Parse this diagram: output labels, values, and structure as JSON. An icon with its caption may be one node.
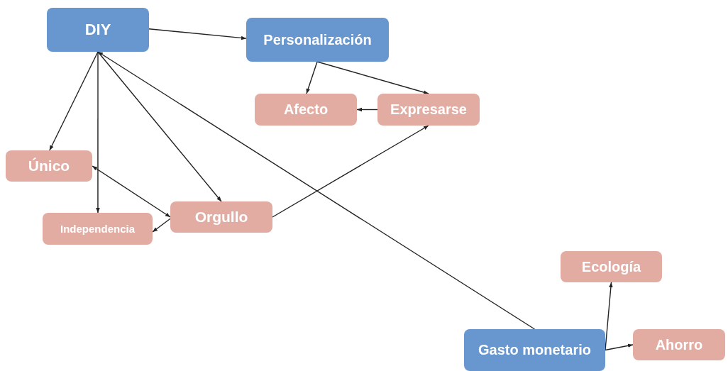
{
  "diagram": {
    "nodes": [
      {
        "text": [
          "DIY"
        ]
      },
      {
        "text": [
          "Personalización"
        ]
      },
      {
        "text": [
          "Afecto"
        ]
      },
      {
        "text": [
          "Expresarse"
        ]
      },
      {
        "text": [
          "Único"
        ]
      },
      {
        "text": [
          "Independencia"
        ]
      },
      {
        "text": [
          "Orgullo"
        ]
      },
      {
        "text": [
          "Ecología"
        ]
      },
      {
        "text": [
          "Gasto monetario"
        ]
      },
      {
        "text": [
          "Ahorro"
        ]
      }
    ],
    "edges": [
      {
        "from": 0,
        "to": 1,
        "arrow": "to"
      },
      {
        "from": 0,
        "to": 4,
        "arrow": "to"
      },
      {
        "from": 0,
        "to": 5,
        "arrow": "to"
      },
      {
        "from": 0,
        "to": 6,
        "arrow": "to"
      },
      {
        "from": 8,
        "to": 0,
        "arrow": "to"
      },
      {
        "from": 1,
        "to": 2,
        "arrow": "to"
      },
      {
        "from": 1,
        "to": 3,
        "arrow": "to"
      },
      {
        "from": 3,
        "to": 2,
        "arrow": "to"
      },
      {
        "from": 4,
        "to": 6,
        "arrow": "both"
      },
      {
        "from": 6,
        "to": 5,
        "arrow": "to"
      },
      {
        "from": 6,
        "to": 3,
        "arrow": "to"
      },
      {
        "from": 8,
        "to": 7,
        "arrow": "to"
      },
      {
        "from": 8,
        "to": 9,
        "arrow": "to"
      }
    ]
  }
}
